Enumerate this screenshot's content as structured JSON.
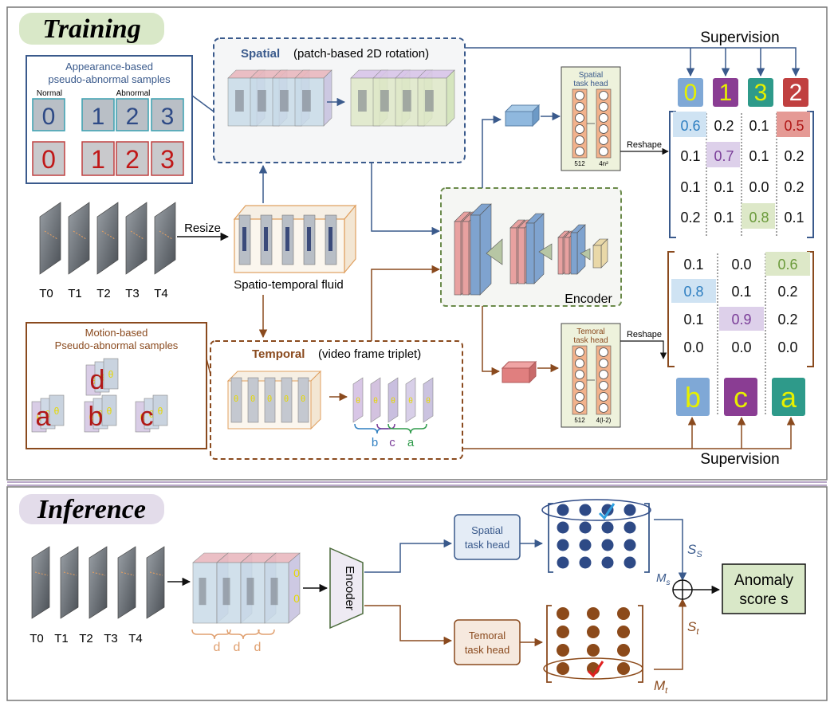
{
  "training": {
    "title": "Training",
    "supervision_top": "Supervision",
    "supervision_bottom": "Supervision",
    "appearance": {
      "title1": "Appearance-based",
      "title2": "pseudo-abnormal samples",
      "normal": "Normal",
      "abnormal": "Abnormal",
      "blue_digits": [
        "0",
        "1",
        "2",
        "3"
      ],
      "red_digits": [
        "0",
        "1",
        "2",
        "3"
      ]
    },
    "spatial": {
      "label_bold": "Spatial",
      "label_rest": "(patch-based 2D rotation)"
    },
    "temporal": {
      "label_bold": "Temporal",
      "label_rest": "(video frame triplet)",
      "triplet_labels": [
        "b",
        "c",
        "a"
      ]
    },
    "motion": {
      "title1": "Motion-based",
      "title2": "Pseudo-abnormal samples",
      "letters": [
        "d",
        "a",
        "b",
        "c"
      ]
    },
    "frame_labels": [
      "T0",
      "T1",
      "T2",
      "T3",
      "T4"
    ],
    "resize": "Resize",
    "fluid": "Spatio-temporal fluid",
    "encoder": "Encoder",
    "spatial_head": {
      "title1": "Spatial",
      "title2": "task head",
      "d1": "512",
      "d2": "4n²"
    },
    "temporal_head": {
      "title1": "Temoral",
      "title2": "task head",
      "d1": "512",
      "d2": "4(l-2)"
    },
    "reshape": "Reshape",
    "spatial_targets": [
      "0",
      "1",
      "3",
      "2"
    ],
    "spatial_matrix": [
      [
        "0.6",
        "0.2",
        "0.1",
        "0.5"
      ],
      [
        "0.1",
        "0.7",
        "0.1",
        "0.2"
      ],
      [
        "0.1",
        "0.1",
        "0.0",
        "0.2"
      ],
      [
        "0.2",
        "0.1",
        "0.8",
        "0.1"
      ]
    ],
    "temporal_matrix": [
      [
        "0.1",
        "0.0",
        "0.6"
      ],
      [
        "0.8",
        "0.1",
        "0.2"
      ],
      [
        "0.1",
        "0.9",
        "0.2"
      ],
      [
        "0.0",
        "0.0",
        "0.0"
      ]
    ],
    "temporal_targets": [
      "b",
      "c",
      "a"
    ]
  },
  "inference": {
    "title": "Inference",
    "frame_labels": [
      "T0",
      "T1",
      "T2",
      "T3",
      "T4"
    ],
    "d_labels": [
      "d",
      "d",
      "d"
    ],
    "encoder": "Encoder",
    "spatial_head": [
      "Spatial",
      "task head"
    ],
    "temporal_head": [
      "Temoral",
      "task head"
    ],
    "ss": "S",
    "ss_sub": "S",
    "st": "S",
    "st_sub": "t",
    "ms": "M",
    "ms_sub": "s",
    "mt": "M",
    "mt_sub": "t",
    "anomaly1": "Anomaly",
    "anomaly2": "score s"
  },
  "colors": {
    "blue": "#3a5a8c",
    "brown": "#8a4a1e",
    "green_label": "#d9e8c8",
    "purple_label": "#e3dcea",
    "cell_blue": "#cfe3f3",
    "cell_purple": "#ddd0ea",
    "cell_green": "#dde8c8",
    "cell_red": "#e59a95",
    "dot_blue": "#2e4a86",
    "dot_brown": "#8c4a1a"
  }
}
